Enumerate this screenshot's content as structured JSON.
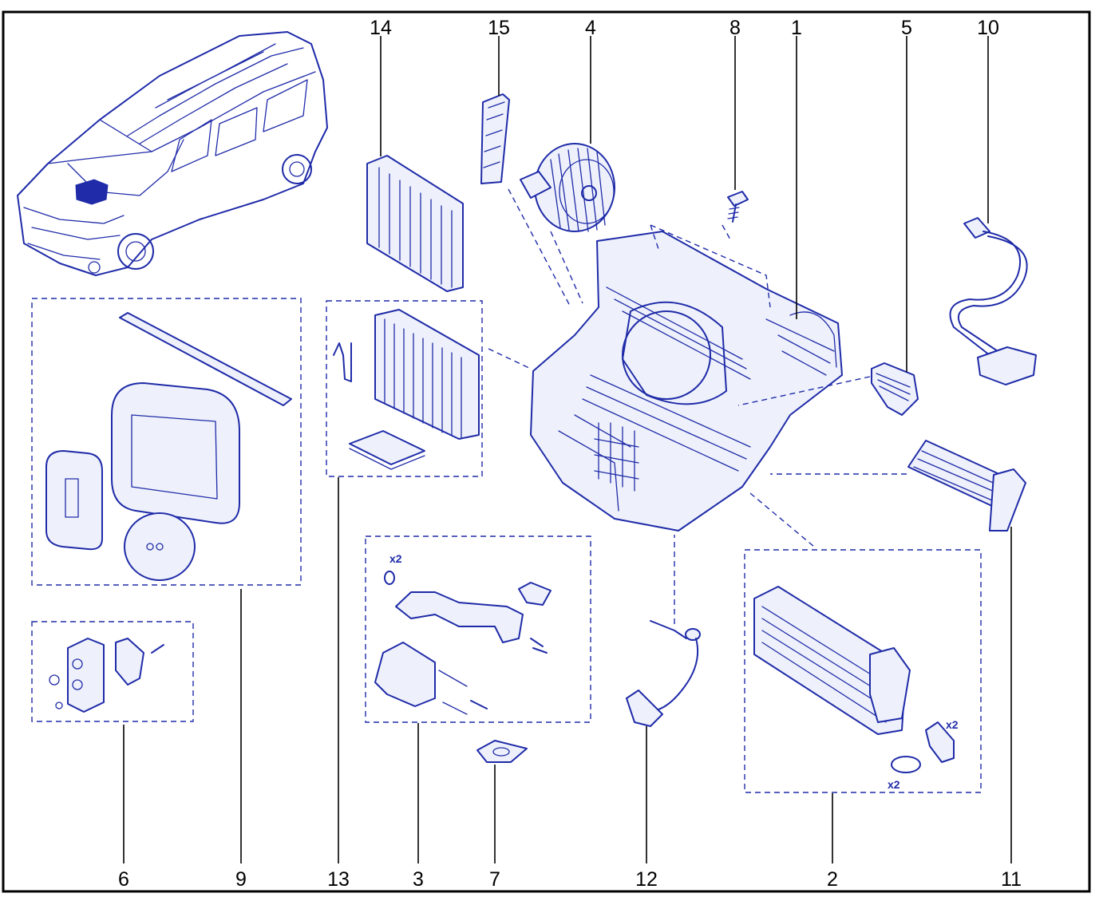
{
  "diagram": {
    "callouts": [
      {
        "id": "14",
        "text": "14"
      },
      {
        "id": "15",
        "text": "15"
      },
      {
        "id": "4",
        "text": "4"
      },
      {
        "id": "8",
        "text": "8"
      },
      {
        "id": "1",
        "text": "1"
      },
      {
        "id": "5",
        "text": "5"
      },
      {
        "id": "10",
        "text": "10"
      },
      {
        "id": "6",
        "text": "6"
      },
      {
        "id": "9",
        "text": "9"
      },
      {
        "id": "13",
        "text": "13"
      },
      {
        "id": "3",
        "text": "3"
      },
      {
        "id": "7",
        "text": "7"
      },
      {
        "id": "12",
        "text": "12"
      },
      {
        "id": "2",
        "text": "2"
      },
      {
        "id": "11",
        "text": "11"
      }
    ],
    "quantity_marks": {
      "pipe_kit_o_ring": "x2",
      "heater_screw": "x2",
      "heater_seal": "x2"
    },
    "colors": {
      "ink": "#1f2ba8",
      "highlight": "#1f2ba8",
      "frame": "#000000",
      "label": "#000000"
    }
  }
}
